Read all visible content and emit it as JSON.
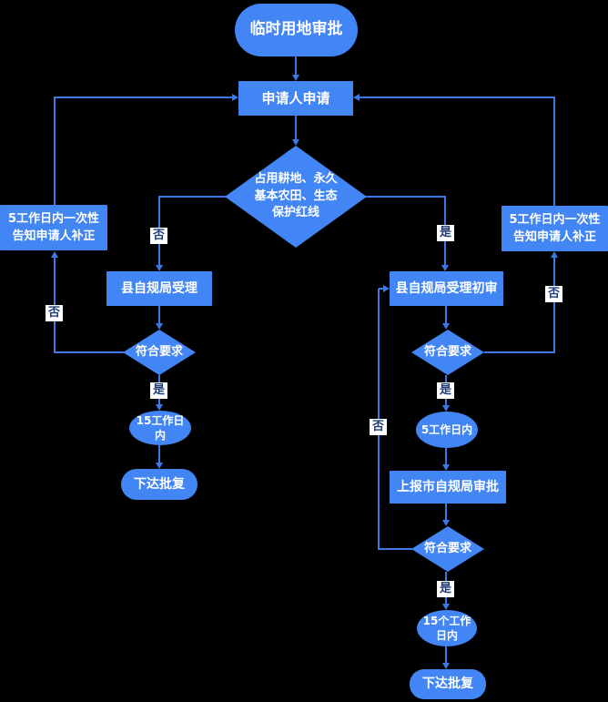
{
  "title": "临时用地审批",
  "colors": {
    "shape_fill": "#4285F4",
    "line": "#3C78E8",
    "label_bg": "#FFFFFF",
    "label_text": "#1E3C78",
    "shape_text": "#FFFFFF",
    "background": "#000000"
  },
  "nodes": {
    "start": "临时用地审批",
    "apply": "申请人申请",
    "land_decision": "占用耕地、永久\n基本农田、生态\n保护红线",
    "notify_left": "5工作日内一次性\n告知申请人补正",
    "notify_right": "5工作日内一次性\n告知申请人补正",
    "county_accept": "县自规局受理",
    "county_review": "县自规局受理初审",
    "check_left": "符合要求",
    "check_right_upper": "符合要求",
    "check_right_lower": "符合要求",
    "days15_left": "15工作日\n内",
    "days5_right": "5工作日内",
    "report_city": "上报市自规局审批",
    "days15_right": "15个工作\n日内",
    "issue_left": "下达批复",
    "issue_right": "下达批复"
  },
  "edge_labels": {
    "yes": "是",
    "no": "否"
  }
}
